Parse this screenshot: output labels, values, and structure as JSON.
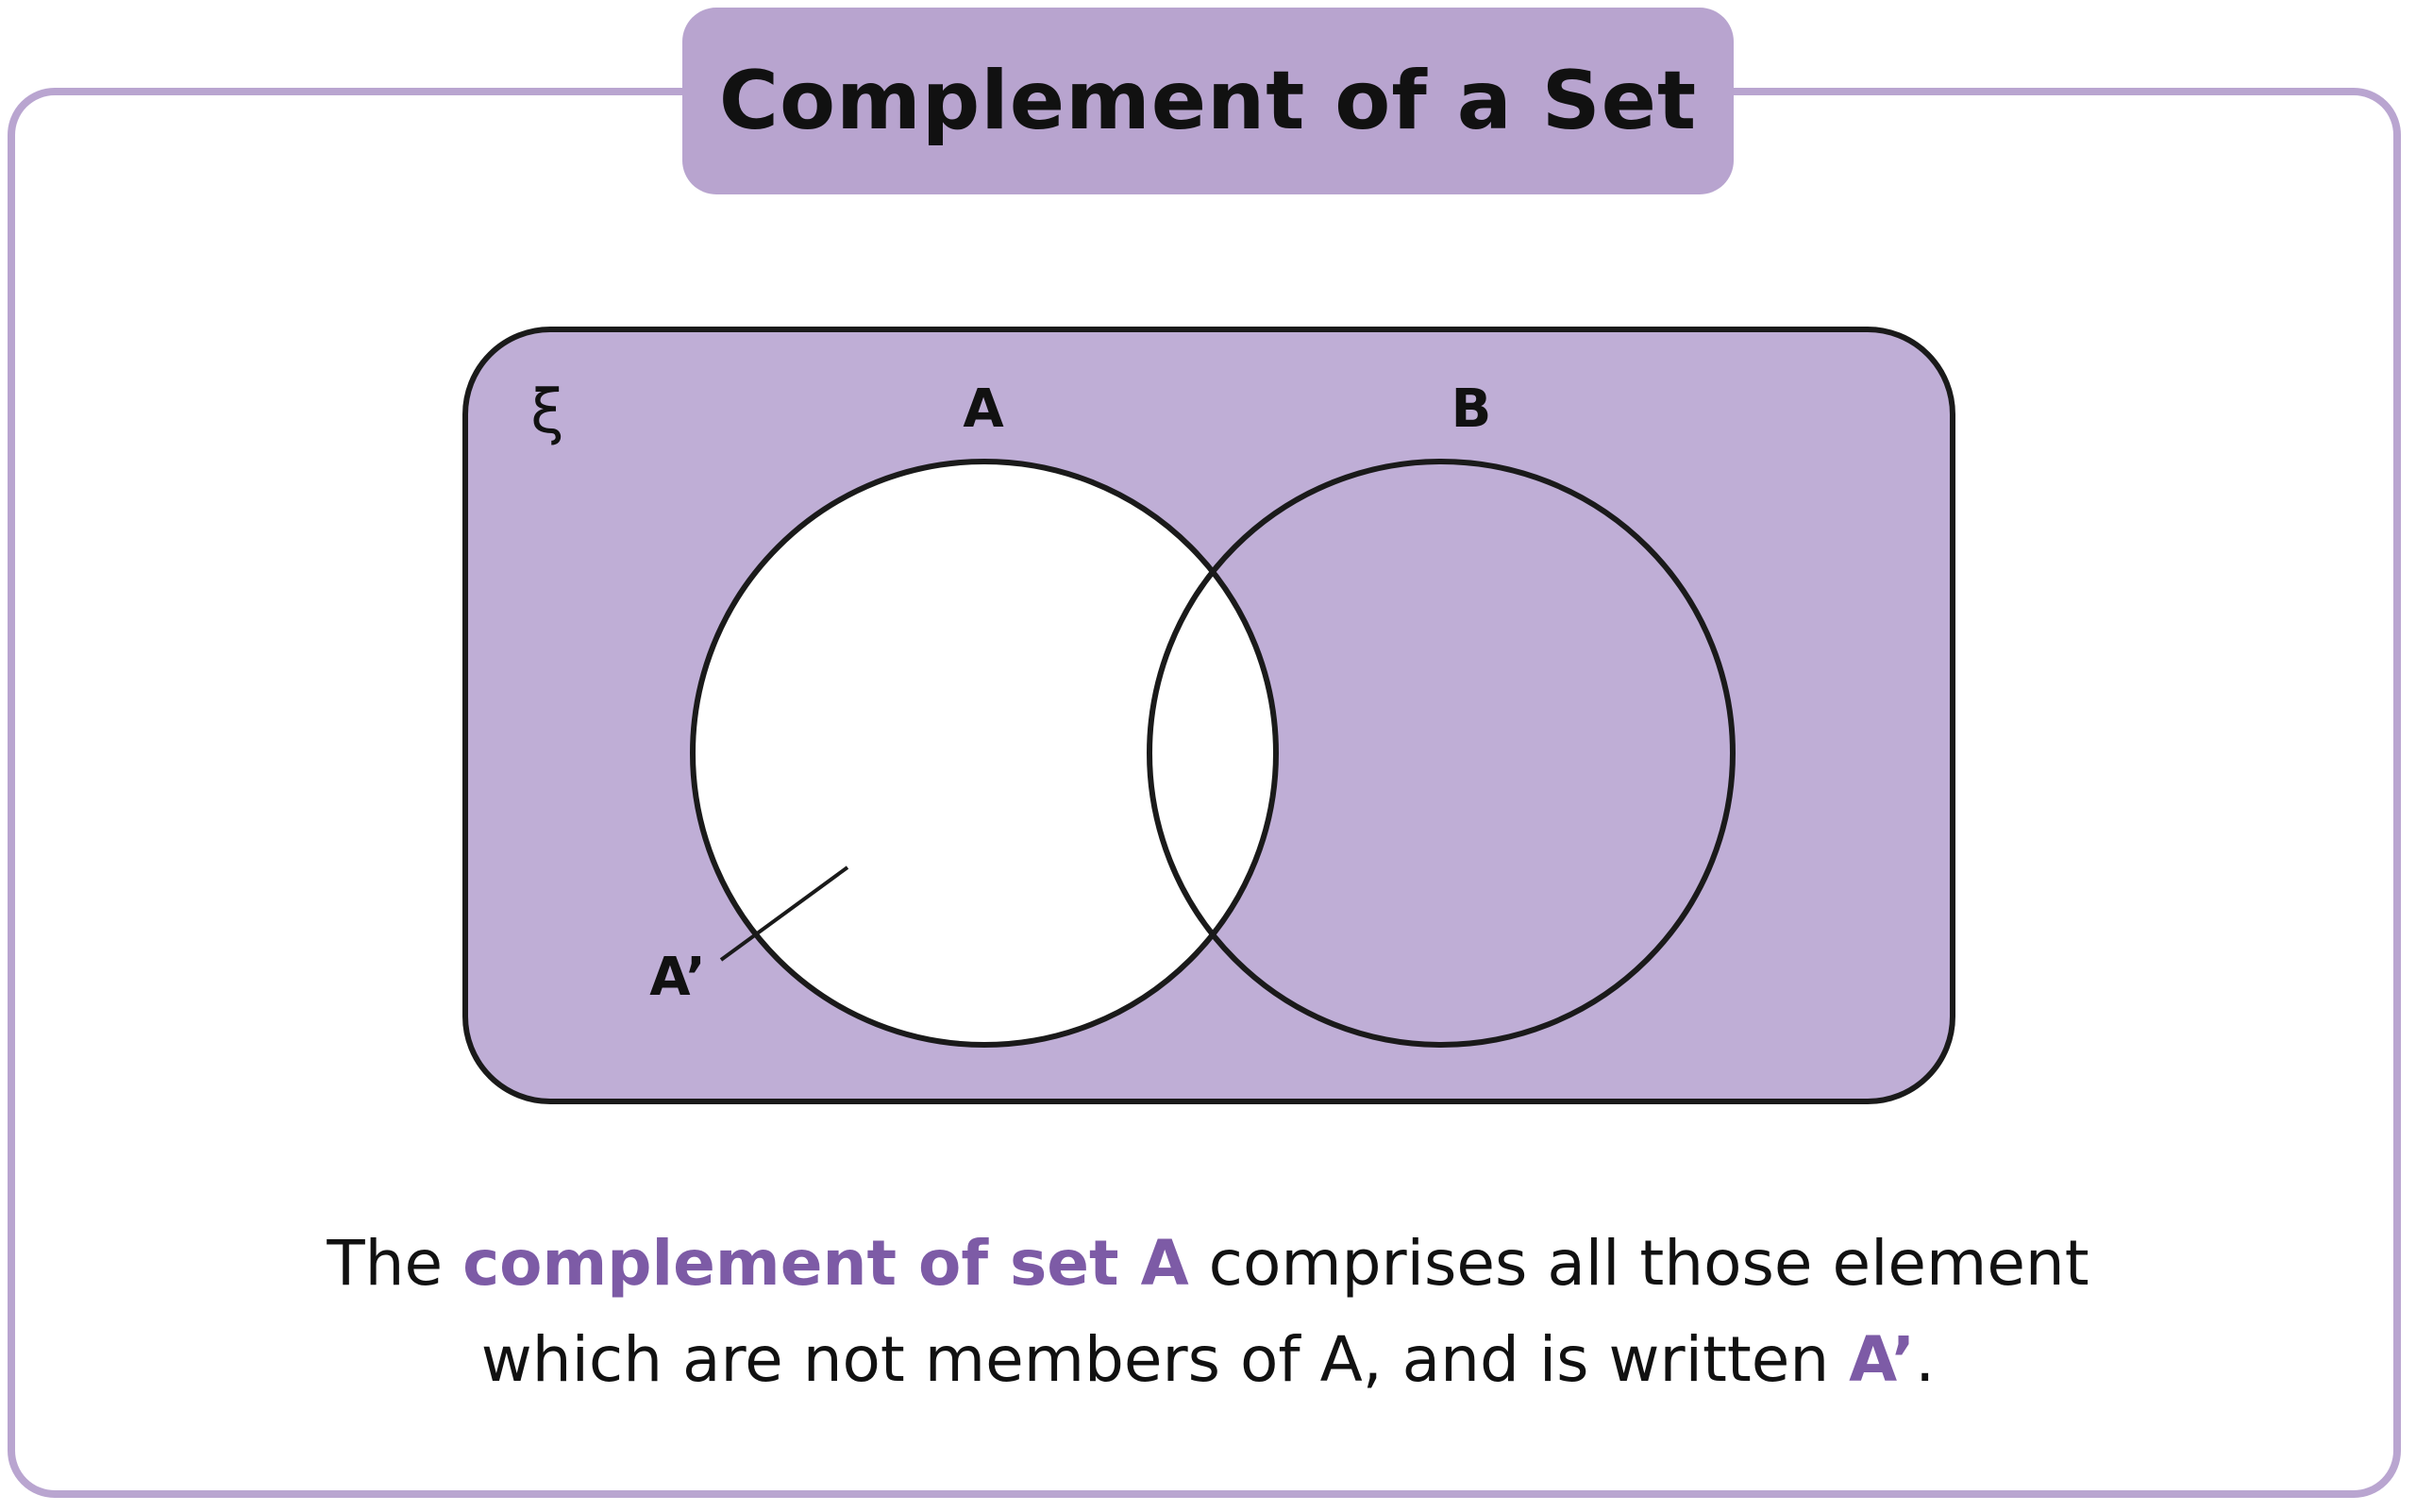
{
  "title": "Complement of a Set",
  "diagram": {
    "universal_label": "ξ",
    "set_a_label": "A",
    "set_b_label": "B",
    "complement_label": "A’",
    "colors": {
      "shaded": "#bfaed6",
      "unshaded": "#ffffff",
      "outline": "#1a1a1a"
    }
  },
  "caption": {
    "line1_pre": "The ",
    "line1_highlight": "complement of set A",
    "line1_post": " comprises all those element",
    "line2_pre": "which are not members of A, and is written ",
    "line2_highlight": "A’",
    "line2_post": "."
  },
  "colors": {
    "accent": "#7d5ba6",
    "border": "#b9a5d0"
  }
}
